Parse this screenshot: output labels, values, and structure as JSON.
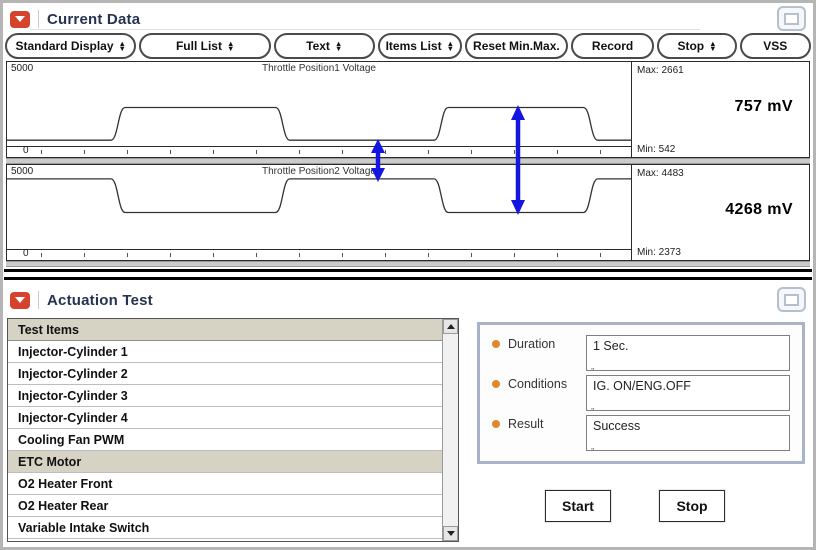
{
  "current_data_panel": {
    "title": "Current Data",
    "toolbar": {
      "standard_display": "Standard Display",
      "full_list": "Full List",
      "text": "Text",
      "items_list": "Items List",
      "reset_min_max": "Reset Min.Max.",
      "record": "Record",
      "stop": "Stop",
      "vss": "VSS"
    },
    "graphs": [
      {
        "y_max_label": "5000",
        "y_min_label": "0",
        "title": "Throttle Position1 Voltage",
        "max_label": "Max: 2661",
        "value": "757 mV",
        "min_label": "Min: 542",
        "trace": {
          "type": "square-wave",
          "y_range": [
            0,
            5000
          ],
          "pattern": "low-high-low-high-low",
          "inverted": false
        }
      },
      {
        "y_max_label": "5000",
        "y_min_label": "0",
        "title": "Throttle Position2 Voltage",
        "max_label": "Max: 4483",
        "value": "4268 mV",
        "min_label": "Min: 2373",
        "trace": {
          "type": "square-wave",
          "y_range": [
            0,
            5000
          ],
          "pattern": "high-low-high-low-high",
          "inverted": true
        }
      }
    ]
  },
  "actuation_test_panel": {
    "title": "Actuation Test",
    "list": {
      "header": "Test Items",
      "items": [
        "Injector-Cylinder 1",
        "Injector-Cylinder 2",
        "Injector-Cylinder 3",
        "Injector-Cylinder 4",
        "Cooling Fan PWM",
        "ETC Motor",
        "O2 Heater Front",
        "O2 Heater Rear",
        "Variable Intake Switch"
      ],
      "selected_item": "ETC Motor"
    },
    "details": {
      "duration_label": "Duration",
      "duration_value": "1 Sec.",
      "conditions_label": "Conditions",
      "conditions_value": "IG. ON/ENG.OFF",
      "result_label": "Result",
      "result_value": "Success"
    },
    "buttons": {
      "start": "Start",
      "stop": "Stop"
    }
  },
  "colors": {
    "accent_red": "#d5432c",
    "arrow_blue": "#1515e0",
    "selection_beige": "#d6d2c4",
    "bullet_orange": "#e0862c"
  }
}
